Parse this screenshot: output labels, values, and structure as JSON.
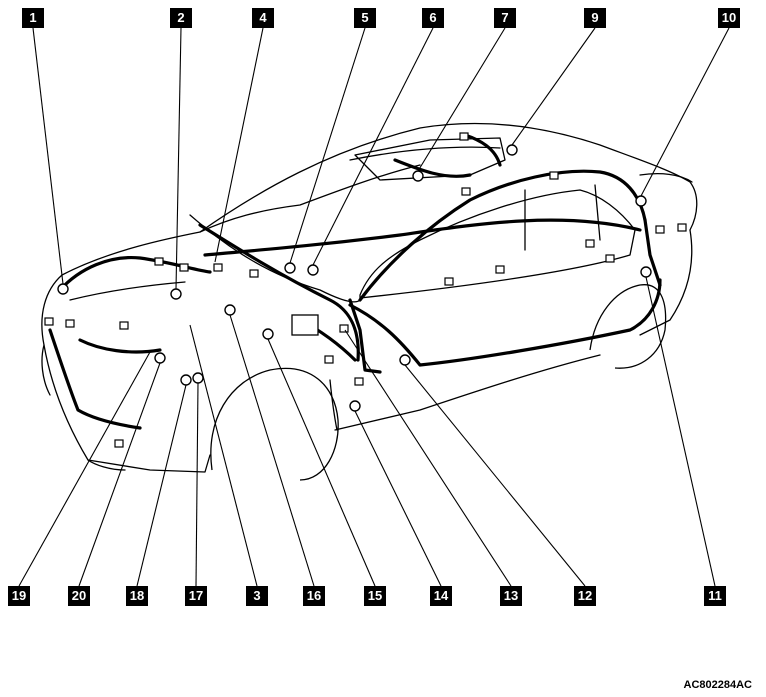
{
  "figure_code": "AC802284AC",
  "callouts": {
    "c1": "1",
    "c2": "2",
    "c3": "3",
    "c4": "4",
    "c5": "5",
    "c6": "6",
    "c7": "7",
    "c9": "9",
    "c10": "10",
    "c11": "11",
    "c12": "12",
    "c13": "13",
    "c14": "14",
    "c15": "15",
    "c16": "16",
    "c17": "17",
    "c18": "18",
    "c19": "19",
    "c20": "20"
  }
}
